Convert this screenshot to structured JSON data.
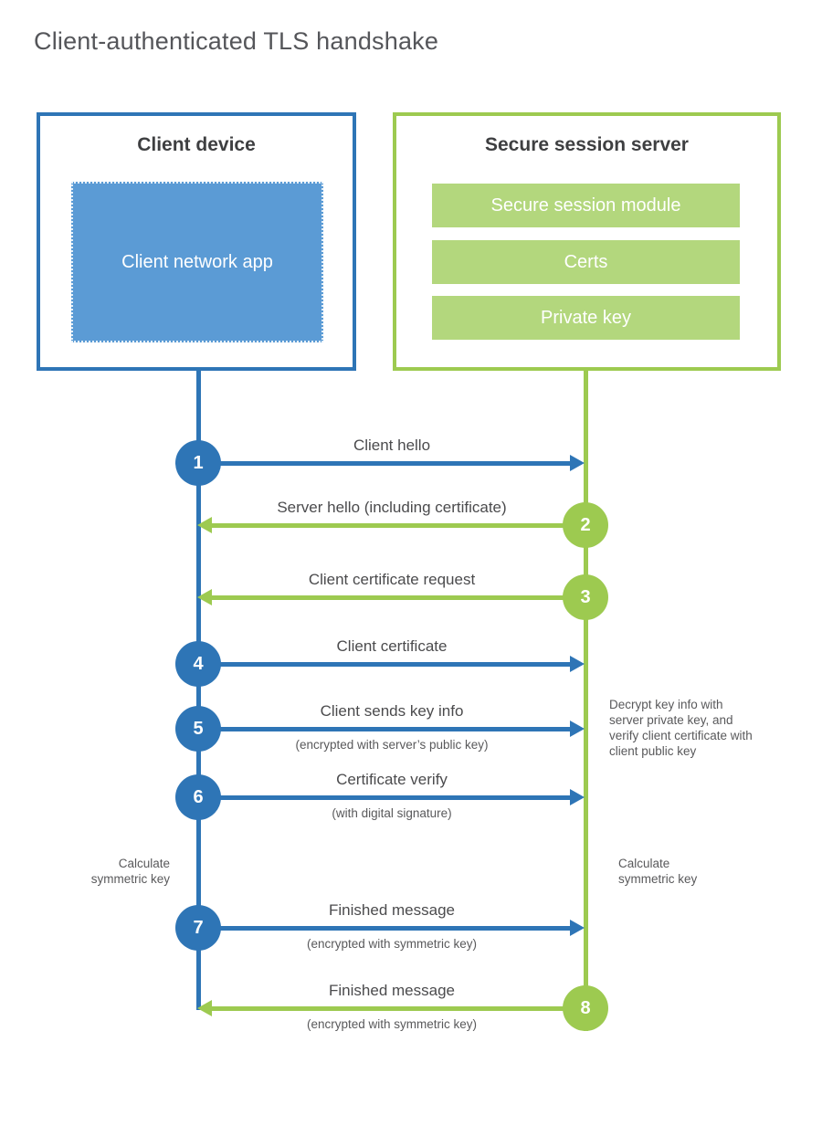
{
  "title": "Client-authenticated TLS handshake",
  "colors": {
    "blue": "#2e75b6",
    "blue_fill": "#5b9bd5",
    "green": "#9dca50",
    "green_fill": "#b3d77d"
  },
  "client": {
    "title": "Client device",
    "app_label": "Client network app"
  },
  "server": {
    "title": "Secure session server",
    "modules": [
      "Secure session module",
      "Certs",
      "Private key"
    ]
  },
  "steps": [
    {
      "num": "1",
      "from": "client",
      "direction": "right",
      "label": "Client hello",
      "sublabel": ""
    },
    {
      "num": "2",
      "from": "server",
      "direction": "left",
      "label": "Server hello (including certificate)",
      "sublabel": ""
    },
    {
      "num": "3",
      "from": "server",
      "direction": "left",
      "label": "Client certificate request",
      "sublabel": ""
    },
    {
      "num": "4",
      "from": "client",
      "direction": "right",
      "label": "Client certificate",
      "sublabel": ""
    },
    {
      "num": "5",
      "from": "client",
      "direction": "right",
      "label": "Client sends key info",
      "sublabel": "(encrypted with server’s public key)"
    },
    {
      "num": "6",
      "from": "client",
      "direction": "right",
      "label": "Certificate verify",
      "sublabel": "(with digital signature)"
    },
    {
      "num": "7",
      "from": "client",
      "direction": "right",
      "label": "Finished message",
      "sublabel": "(encrypted with symmetric key)"
    },
    {
      "num": "8",
      "from": "server",
      "direction": "left",
      "label": "Finished message",
      "sublabel": "(encrypted with symmetric key)"
    }
  ],
  "notes": {
    "server_decrypt": "Decrypt key info with server private key, and verify client certificate with client public key",
    "client_calculate": "Calculate symmetric key",
    "server_calculate": "Calculate symmetric key"
  }
}
